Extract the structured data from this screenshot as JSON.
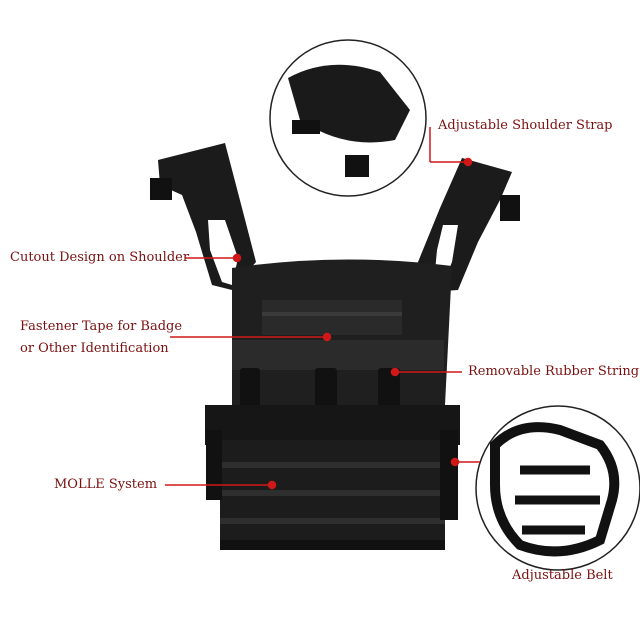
{
  "labels": {
    "shoulder_strap": "Adjustable Shoulder Strap",
    "cutout": "Cutout Design on Shoulder",
    "fastener_line1": "Fastener Tape for Badge",
    "fastener_line2": "or Other Identification",
    "rubber_string": "Removable Rubber String",
    "molle": "MOLLE System",
    "belt": "Adjustable Belt"
  },
  "colors": {
    "label_text": "#7a1010",
    "callout_line": "#d01818",
    "vest": "#1b1b1b"
  }
}
